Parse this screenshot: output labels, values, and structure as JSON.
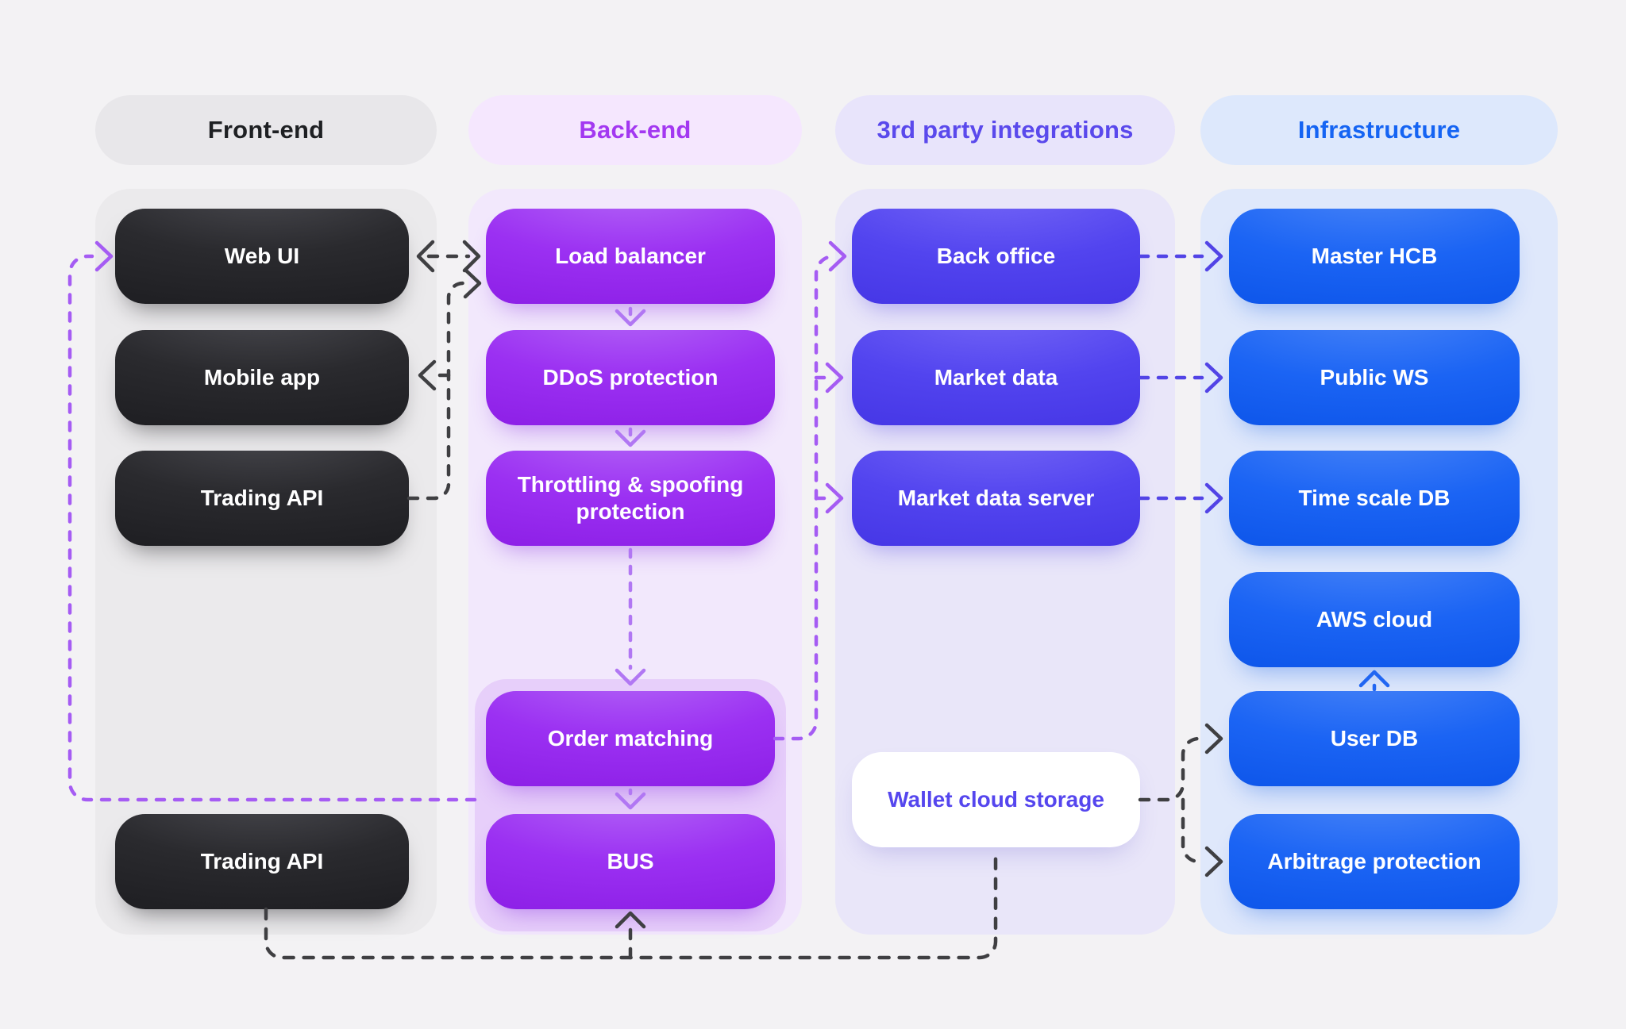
{
  "headers": {
    "frontend": "Front-end",
    "backend": "Back-end",
    "thirdparty": "3rd party integrations",
    "infrastructure": "Infrastructure"
  },
  "nodes": {
    "web_ui": "Web UI",
    "mobile_app": "Mobile app",
    "trading_api": "Trading API",
    "trading_api_bottom": "Trading API",
    "load_balancer": "Load balancer",
    "ddos_protection": "DDoS protection",
    "throttling": "Throttling & spoofing protection",
    "order_matching": "Order matching",
    "bus": "BUS",
    "back_office": "Back office",
    "market_data": "Market data",
    "market_data_server": "Market data server",
    "wallet_cloud_storage": "Wallet cloud storage",
    "master_hcb": "Master HCB",
    "public_ws": "Public WS",
    "time_scale_db": "Time scale DB",
    "aws_cloud": "AWS cloud",
    "user_db": "User DB",
    "arbitrage_protection": "Arbitrage protection"
  },
  "colors": {
    "background": "#f3f2f4",
    "frontend_accent": "#1e2023",
    "backend_accent": "#9b30f2",
    "thirdparty_accent": "#5a49ec",
    "infrastructure_accent": "#1564f3",
    "wallet_text": "#5546ee",
    "arrow_dark": "#3f3f42",
    "arrow_purple": "#a55cf3",
    "arrow_purple_light": "#b177f3",
    "arrow_indigo": "#5244e6",
    "arrow_blue": "#2166f2"
  },
  "edges": [
    {
      "from": "web_ui",
      "to": "load_balancer",
      "style": "dashed-dark",
      "bidirectional": true
    },
    {
      "from": "trading_api",
      "to": "load_balancer",
      "style": "dashed-dark"
    },
    {
      "from": "trading_api",
      "to": "mobile_app",
      "style": "dashed-dark"
    },
    {
      "from": "load_balancer",
      "to": "ddos_protection",
      "style": "dashed-purple"
    },
    {
      "from": "ddos_protection",
      "to": "throttling",
      "style": "dashed-purple"
    },
    {
      "from": "throttling",
      "to": "order_matching",
      "style": "dashed-purple"
    },
    {
      "from": "order_matching",
      "to": "bus",
      "style": "dashed-purple"
    },
    {
      "from": "order_matching",
      "to": "web_ui",
      "style": "dashed-purple"
    },
    {
      "from": "order_matching",
      "to": "back_office",
      "style": "dashed-purple"
    },
    {
      "from": "order_matching",
      "to": "market_data",
      "style": "dashed-purple"
    },
    {
      "from": "order_matching",
      "to": "market_data_server",
      "style": "dashed-purple"
    },
    {
      "from": "back_office",
      "to": "master_hcb",
      "style": "dashed-indigo"
    },
    {
      "from": "market_data",
      "to": "public_ws",
      "style": "dashed-indigo"
    },
    {
      "from": "market_data_server",
      "to": "time_scale_db",
      "style": "dashed-indigo"
    },
    {
      "from": "user_db",
      "to": "aws_cloud",
      "style": "dashed-blue"
    },
    {
      "from": "wallet_cloud_storage",
      "to": "user_db",
      "style": "dashed-dark"
    },
    {
      "from": "wallet_cloud_storage",
      "to": "arbitrage_protection",
      "style": "dashed-dark"
    },
    {
      "from": "trading_api_bottom",
      "to": "bus",
      "style": "dashed-dark"
    },
    {
      "from": "trading_api_bottom",
      "to": "wallet_cloud_storage",
      "style": "dashed-dark"
    }
  ]
}
